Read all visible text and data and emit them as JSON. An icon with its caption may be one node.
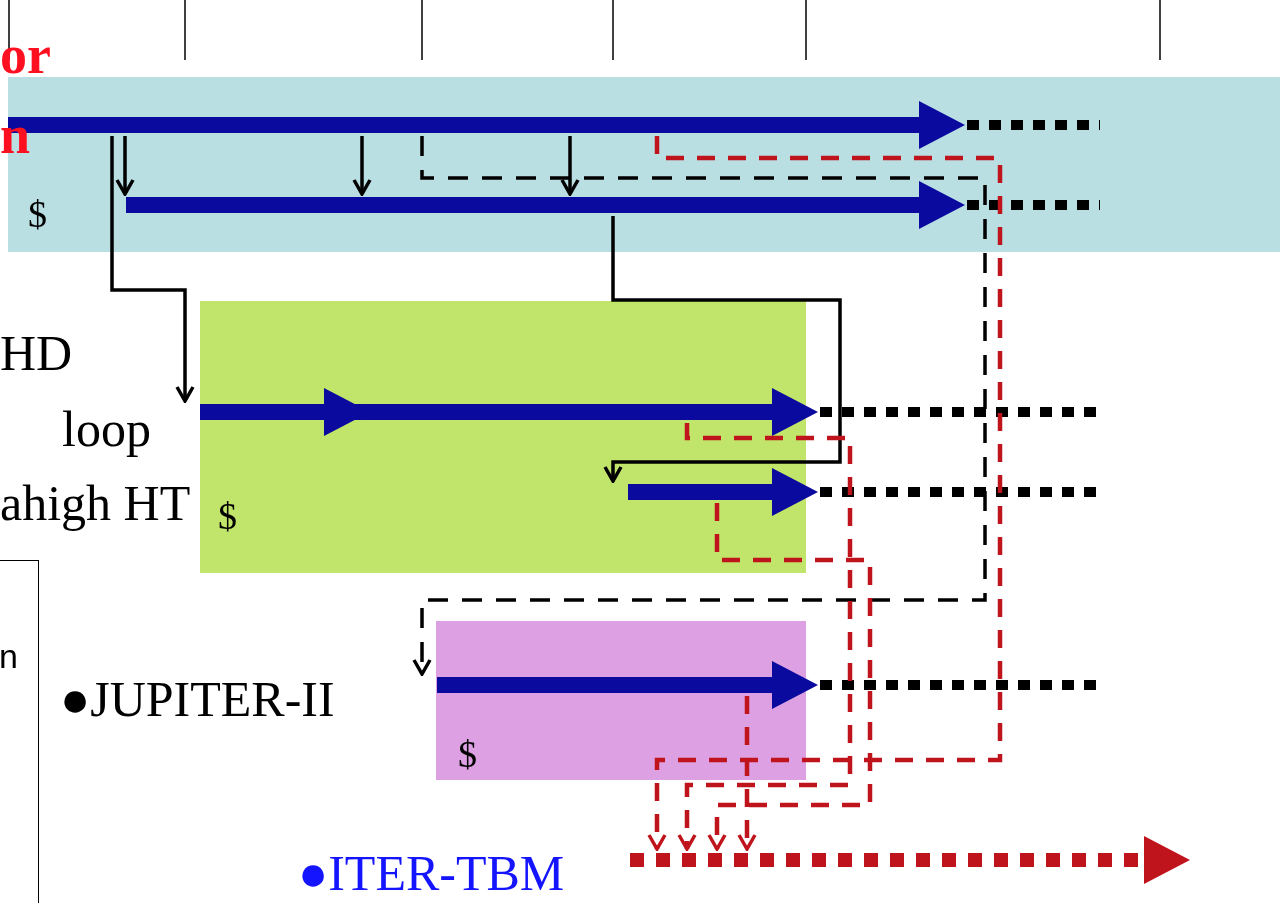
{
  "diagram": {
    "nodes": [
      {
        "text": [
          "$"
        ]
      },
      {
        "text": [],
        "shape": "bar",
        "in": 0
      },
      {
        "text": [],
        "shape": "bar",
        "in": 0
      },
      {
        "text": [
          "$"
        ]
      },
      {
        "text": [],
        "shape": "bar",
        "in": 3
      },
      {
        "text": [],
        "shape": "bar",
        "in": 3
      },
      {
        "text": [
          "$"
        ]
      },
      {
        "text": [],
        "shape": "bar",
        "in": 6
      },
      {
        "text": [],
        "shape": "bar"
      },
      {
        "text": [
          "n"
        ]
      }
    ],
    "edges": [
      {
        "from": 1,
        "to": 2,
        "arrow": "to"
      },
      {
        "from": 1,
        "to": 2,
        "arrow": "to"
      },
      {
        "from": 1,
        "to": 2,
        "arrow": "to"
      },
      {
        "from": 1,
        "to": 4,
        "arrow": "to"
      },
      {
        "from": 1,
        "to": 7,
        "arrow": "to",
        "style": "dashed"
      },
      {
        "from": 2,
        "to": 5,
        "arrow": "to"
      },
      {
        "from": 1,
        "to": 8,
        "arrow": "to",
        "style": "dashed",
        "color": "#c0141c"
      },
      {
        "from": 4,
        "to": 8,
        "arrow": "to",
        "style": "dashed",
        "color": "#c0141c"
      },
      {
        "from": 5,
        "to": 8,
        "arrow": "to",
        "style": "dashed",
        "color": "#c0141c"
      },
      {
        "from": 7,
        "to": 8,
        "arrow": "to",
        "style": "dashed",
        "color": "#c0141c"
      }
    ],
    "labels": [
      "or",
      "n",
      "HD",
      "loop",
      "ahigh HT",
      "●JUPITER-II",
      "●ITER-TBM"
    ]
  }
}
